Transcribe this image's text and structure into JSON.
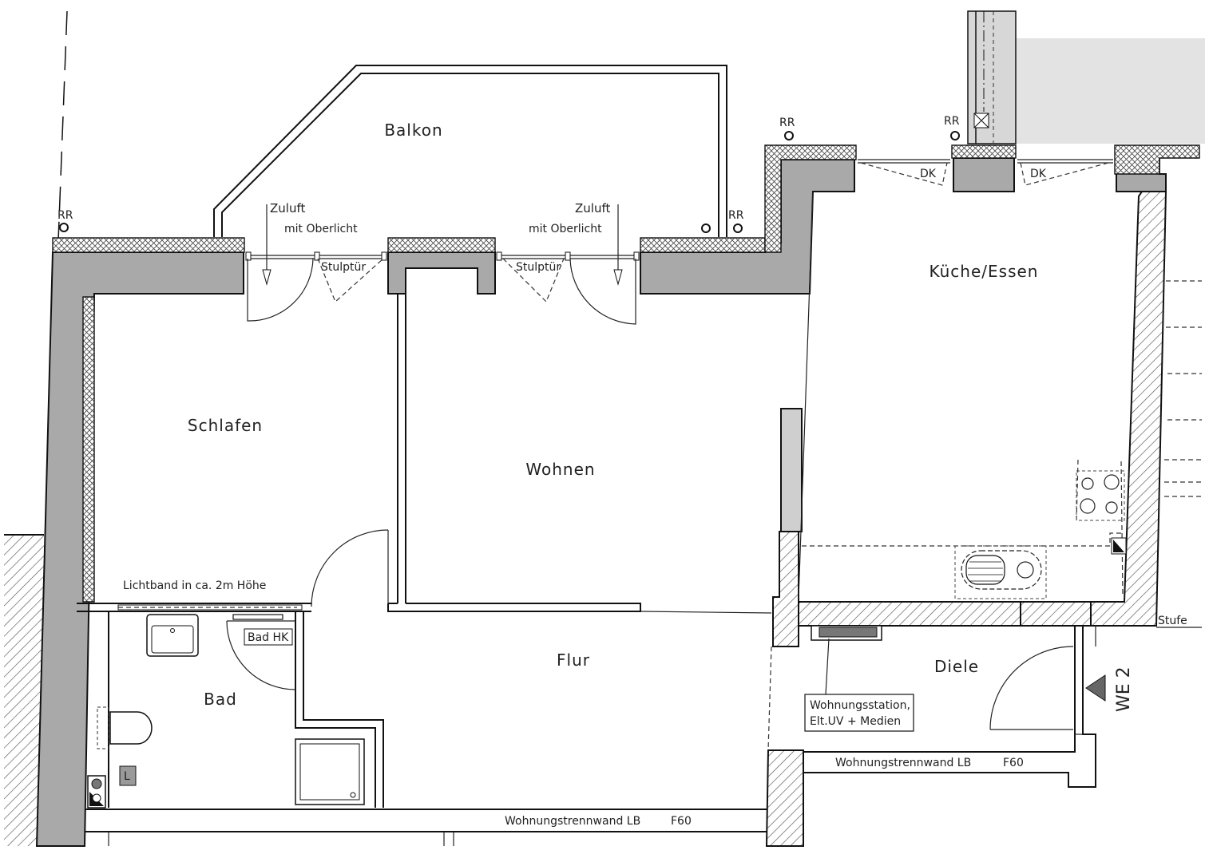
{
  "plan": {
    "rooms": {
      "balkon": "Balkon",
      "schlafen": "Schlafen",
      "wohnen": "Wohnen",
      "kueche": "Küche/Essen",
      "flur": "Flur",
      "bad": "Bad",
      "diele": "Diele"
    },
    "annotations": {
      "rr": "RR",
      "zuluft": "Zuluft",
      "mit_oberlicht": "mit Oberlicht",
      "stulptuer": "Stulptür",
      "dk": "DK",
      "lichtband": "Lichtband in ca. 2m Höhe",
      "bad_hk": "Bad HK",
      "stufe": "Stufe",
      "entrance": "WE 2",
      "station_line1": "Wohnungsstation,",
      "station_line2": "Elt.UV + Medien",
      "trennwand": "Wohnungstrennwand LB",
      "f60": "F60",
      "l_symbol": "L"
    }
  }
}
